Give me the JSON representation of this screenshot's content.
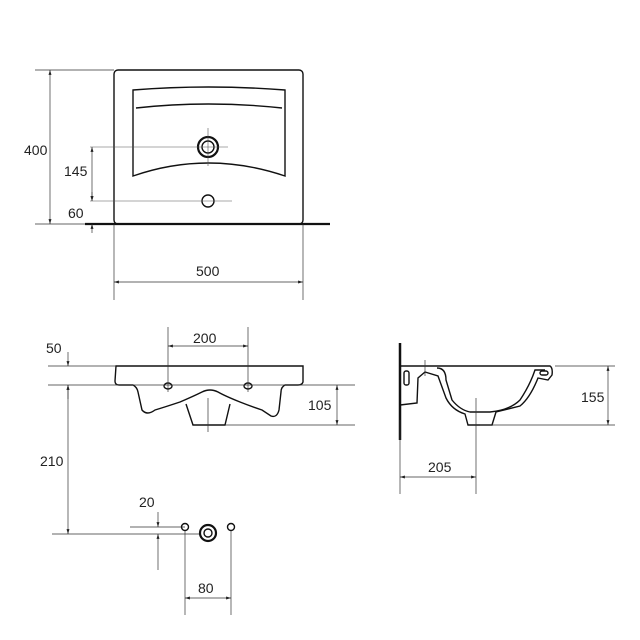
{
  "drawing": {
    "top_view": {
      "width": "500",
      "depth": "400",
      "drain_offset": "145",
      "tap_offset": "60"
    },
    "front_view": {
      "flange_height": "50",
      "hole_spacing": "200",
      "bowl_depth": "105",
      "drain_height": "210",
      "drain_offset": "20",
      "drain_hole_spacing": "80"
    },
    "side_view": {
      "height": "155",
      "drain_distance": "205"
    }
  }
}
